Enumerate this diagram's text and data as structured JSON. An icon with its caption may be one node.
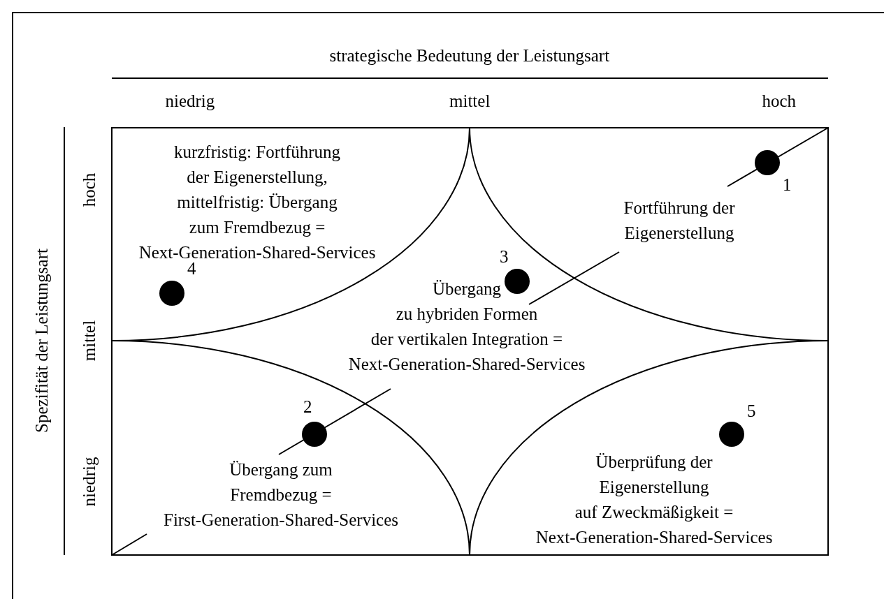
{
  "diagram": {
    "nodes": [
      {
        "text": [
          "kurzfristig: Fortführung der Eigenerstellung, mittelfristig: Übergang zum Fremdbezug = Next-Generation-Shared-Services"
        ]
      },
      {
        "text": [
          "Fortführung der Eigenerstellung"
        ]
      },
      {
        "text": [
          "Übergang zu hybriden Formen der vertikalen Integration = Next-Generation-Shared-Services"
        ]
      },
      {
        "text": [
          "Übergang zum Fremdbezug = First-Generation-Shared-Services"
        ]
      },
      {
        "text": [
          "Überprüfung der Eigenerstellung auf Zweckmäßigkeit = Next-Generation-Shared-Services"
        ]
      },
      {
        "text": [],
        "shape": "circle",
        "beside": [
          "1"
        ]
      },
      {
        "text": [],
        "shape": "circle",
        "beside": [
          "3"
        ]
      },
      {
        "text": [],
        "shape": "circle",
        "beside": [
          "4"
        ]
      },
      {
        "text": [],
        "shape": "circle",
        "beside": [
          "2"
        ]
      },
      {
        "text": [],
        "shape": "circle",
        "beside": [
          "5"
        ]
      }
    ],
    "edges": [],
    "labels": [
      "strategische Bedeutung der Leistungsart",
      "niedrig",
      "mittel",
      "hoch",
      "Spezifität der Leistungsart",
      "hoch",
      "mittel",
      "niedrig"
    ]
  }
}
